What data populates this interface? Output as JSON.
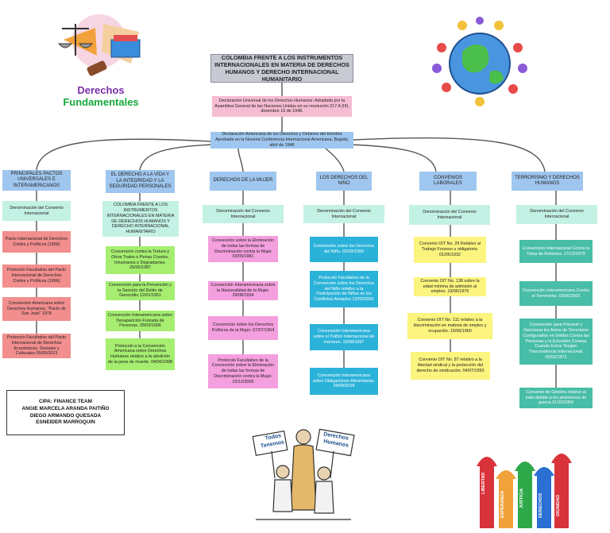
{
  "logo": {
    "line1": "Derechos",
    "line2": "Fundamentales"
  },
  "title": "COLOMBIA FRENTE A LOS INSTRUMENTOS INTERNACIONALES EN MATERIA DE DERECHOS HUMANOS Y DERECHO INTERNACIONAL HUMANITARIO",
  "universal": "Declaración Universal de los Derechos Humanos: Adoptada por la Asamblea General de las Naciones Unidas en su resolución 217 A (III), diciembre 10 de 1948.",
  "americana": "Declaración Americana de los Derechos y Deberes del Hombre Aprobada en la Novena Conferencia Internacional Americana, Bogotá, abril de 1948",
  "columns": [
    {
      "header": "PRINCIPALES PACTOS UNIVERSALES E INTERAMERICANOS",
      "denomination": "Denominación del Convenio Internacional",
      "items": [
        "Pacto Internacional de Derechos Civiles y Políticos (1966)",
        "Protocolo Facultativo del Pacto Internacional de Derechos Civiles y Políticos (1966)",
        "Convención Americana sobre Derechos Humanos, \"Pacto de San José\" 1978",
        "Protocolo Facultativo del Pacto Internacional de Derechos Económicos, Sociales y Culturales 05/05/2013"
      ]
    },
    {
      "header": "EL DERECHO A LA VIDA Y LA INTEGRIDAD Y LA SEGURIDAD PERSONALES",
      "denomination": "COLOMBIA FRENTE A LOS INSTRUMENTOS INTERNACIONALES EN MATERIA DE DERECHOS HUMANOS Y DERECHO INTERNACIONAL HUMANITARIO",
      "items": [
        "Convención contra la Tortura y Otros Tratos o Penas Crueles, Inhumanos o Degradantes. 26/06/1987",
        "Convención para la Prevención y la Sanción del Delito de Genocidio 12/01/1951",
        "Convención Interamericana sobre Desaparición Forzada de Personas. 28/03/1996",
        "Protocolo a la Convención Americana sobre Derechos Humanos relativo a la abolición de la pena de muerte. 04/06/1998"
      ]
    },
    {
      "header": "DERECHOS DE LA MUJER",
      "denomination": "Denominación del Convenio Internacional",
      "items": [
        "Convención sobre la Eliminación de todas las formas de Discriminación contra la Mujer 03/09/1981",
        "Convención Interamericana sobre la Nacionalidad de la Mujer. 29/08/1934",
        "Convención sobre los Derechos Políticos de la Mujer. 07/07/1954",
        "Protocolo Facultativo de la Convención sobre la Eliminación de todas las formas de Discriminación contra la Mujer. 22/12/2000"
      ]
    },
    {
      "header": "LOS DERECHOS DEL NIÑO",
      "denomination": "Denominación del Convenio Internacional",
      "items": [
        "Convención sobre los Derechos del Niño. 02/09/1990",
        "Protocolo Facultativo de la Convención sobre los Derechos del Niño relativo a la Participación de Niños en los Conflictos Armados 12/02/2002",
        "Convención Interamericana sobre el Tráfico Internacional de menores. 15/08/1997",
        "Convención Interamericana sobre Obligaciones Alimentarias. 26/09/2018"
      ]
    },
    {
      "header": "CONVENIOS LABORALES",
      "denomination": "Denominación del Convenio Internacional",
      "items": [
        "Convenio OIT No. 29 Relativo al Trabajo Forzoso u obligatorio. 01/05/1932",
        "Convenio OIT No. 138 sobre la edad mínima de admisión al empleo. 19/06/1976",
        "Convenio OIT No. 111 relativo a la discriminación en materia de empleo y ocupación. 15/06/1960",
        "Convenio OIT No. 87 relativo a la libertad sindical y la protección del derecho de sindicación. 04/07/1950"
      ]
    },
    {
      "header": "TERRORISMO Y DERECHOS HUMANOS",
      "denomination": "Denominación del Convenio Internacional",
      "items": [
        "Convención Internacional Contra la Toma de Rehenes. 17/12/1979",
        "Convención Interamericana Contra el Terrorismo. 03/06/2002",
        "Convención para Prevenir y Sancionar los Actos de Terrorismo Configurados en Delitos Contra las Personas y la Extorsión Conexa Cuando Estos Tengan Trascendencia Internacional. 02/02/1971",
        "Convenio de Ginebra relativo al trato debido a los prisioneros de guerra.21/10/1950"
      ]
    }
  ],
  "team": {
    "line1": "CIPA: FINANCE TEAM",
    "line2": "ANGIE MARCELA ARANDA PAITIÑO",
    "line3": "DIEGO ARMANDO QUESADA",
    "line4": "ESNEIDER MARROQUIN"
  },
  "signs": {
    "left1": "Todos",
    "left2": "Tenemos",
    "right1": "Derechos",
    "right2": "Humanos"
  },
  "hands": [
    "LIBERTAD",
    "ESPERANZA",
    "JUSTICIA",
    "DERECHOS",
    "DIGNIDAD"
  ],
  "colors": {
    "title": "#c8cad3",
    "pink": "#f6bcd2",
    "blue": "#9fc6ee",
    "mint": "#c3f1e4",
    "red": "#f28e8e",
    "green": "#a5ee6f",
    "magenta": "#f49fde",
    "teal": "#2bb2d9",
    "yellow": "#fbf47e",
    "seagreen": "#48bda8",
    "logo_purple": "#7a2fa8",
    "logo_green": "#16a83a"
  }
}
